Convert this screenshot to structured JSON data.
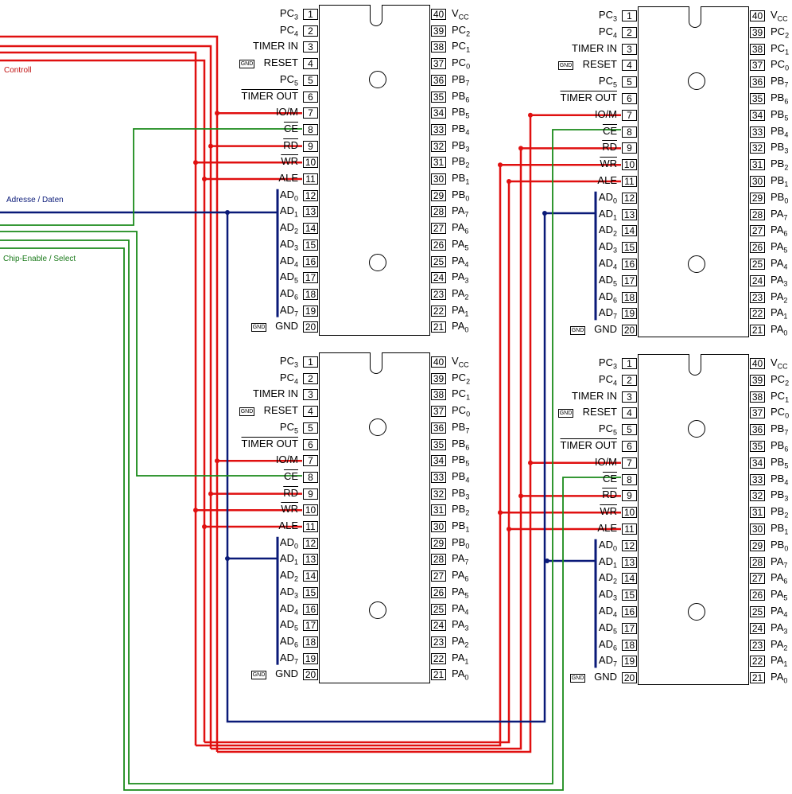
{
  "legend": {
    "control": "Controll",
    "address": "Adresse / Daten",
    "chipenable": "Chip-Enable / Select"
  },
  "colors": {
    "control": "#e01010",
    "address": "#0a1a78",
    "chipenable": "#1a8a1a"
  },
  "gnd": "GND",
  "left_pins": [
    {
      "num": "1",
      "name": "PC",
      "sub": "3",
      "ov": false
    },
    {
      "num": "2",
      "name": "PC",
      "sub": "4",
      "ov": false
    },
    {
      "num": "3",
      "name": "TIMER IN",
      "sub": "",
      "ov": false
    },
    {
      "num": "4",
      "name": "RESET",
      "sub": "",
      "ov": false
    },
    {
      "num": "5",
      "name": "PC",
      "sub": "5",
      "ov": false
    },
    {
      "num": "6",
      "name": "TIMER OUT",
      "sub": "",
      "ov": true
    },
    {
      "num": "7",
      "name": "IO/M",
      "sub": "",
      "ov": false
    },
    {
      "num": "8",
      "name": "CE",
      "sub": "",
      "ov": true
    },
    {
      "num": "9",
      "name": "RD",
      "sub": "",
      "ov": true
    },
    {
      "num": "10",
      "name": "WR",
      "sub": "",
      "ov": true
    },
    {
      "num": "11",
      "name": "ALE",
      "sub": "",
      "ov": false
    },
    {
      "num": "12",
      "name": "AD",
      "sub": "0",
      "ov": false
    },
    {
      "num": "13",
      "name": "AD",
      "sub": "1",
      "ov": false
    },
    {
      "num": "14",
      "name": "AD",
      "sub": "2",
      "ov": false
    },
    {
      "num": "15",
      "name": "AD",
      "sub": "3",
      "ov": false
    },
    {
      "num": "16",
      "name": "AD",
      "sub": "4",
      "ov": false
    },
    {
      "num": "17",
      "name": "AD",
      "sub": "5",
      "ov": false
    },
    {
      "num": "18",
      "name": "AD",
      "sub": "6",
      "ov": false
    },
    {
      "num": "19",
      "name": "AD",
      "sub": "7",
      "ov": false
    },
    {
      "num": "20",
      "name": "GND",
      "sub": "",
      "ov": false
    }
  ],
  "right_pins": [
    {
      "num": "40",
      "name": "V",
      "sub": "CC"
    },
    {
      "num": "39",
      "name": "PC",
      "sub": "2"
    },
    {
      "num": "38",
      "name": "PC",
      "sub": "1"
    },
    {
      "num": "37",
      "name": "PC",
      "sub": "0"
    },
    {
      "num": "36",
      "name": "PB",
      "sub": "7"
    },
    {
      "num": "35",
      "name": "PB",
      "sub": "6"
    },
    {
      "num": "34",
      "name": "PB",
      "sub": "5"
    },
    {
      "num": "33",
      "name": "PB",
      "sub": "4"
    },
    {
      "num": "32",
      "name": "PB",
      "sub": "3"
    },
    {
      "num": "31",
      "name": "PB",
      "sub": "2"
    },
    {
      "num": "30",
      "name": "PB",
      "sub": "1"
    },
    {
      "num": "29",
      "name": "PB",
      "sub": "0"
    },
    {
      "num": "28",
      "name": "PA",
      "sub": "7"
    },
    {
      "num": "27",
      "name": "PA",
      "sub": "6"
    },
    {
      "num": "26",
      "name": "PA",
      "sub": "5"
    },
    {
      "num": "25",
      "name": "PA",
      "sub": "4"
    },
    {
      "num": "24",
      "name": "PA",
      "sub": "3"
    },
    {
      "num": "23",
      "name": "PA",
      "sub": "2"
    },
    {
      "num": "22",
      "name": "PA",
      "sub": "1"
    },
    {
      "num": "21",
      "name": "PA",
      "sub": "0"
    }
  ],
  "chips": [
    {
      "id": "top-left"
    },
    {
      "id": "bottom-left"
    },
    {
      "id": "top-right"
    },
    {
      "id": "bottom-right"
    }
  ]
}
